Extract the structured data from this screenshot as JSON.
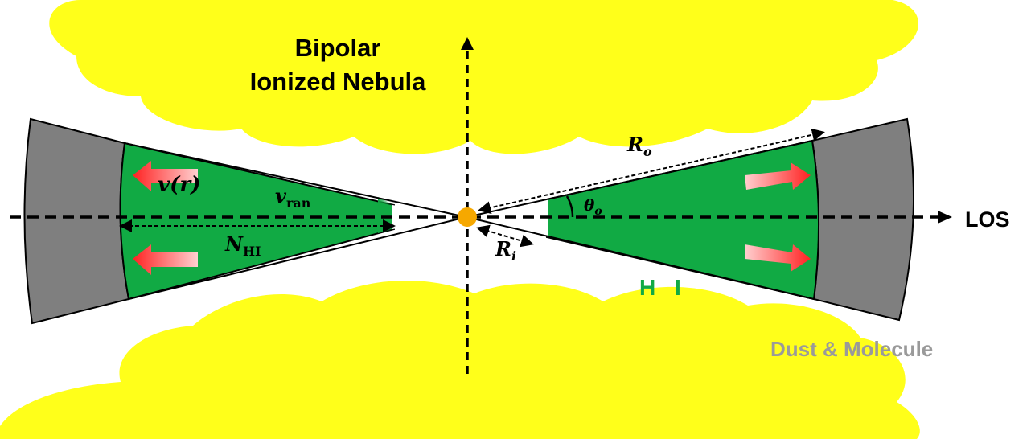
{
  "title_line1": "Bipolar",
  "title_line2": "Ionized Nebula",
  "los_label": "LOS",
  "hi_label": "H I",
  "dust_label": "Dust & Molecule",
  "v_r_label": "v(r)",
  "v_ran_label": "v",
  "v_ran_sub": "ran",
  "n_hi_label": "N",
  "n_hi_sub": "HI",
  "r_o_label": "R",
  "r_o_sub": "o",
  "r_i_label": "R",
  "r_i_sub": "i",
  "theta_label": "θ",
  "theta_sub": "o",
  "colors": {
    "cloud": "#ffff1a",
    "torus": "#11aa44",
    "dust": "#7f7f7f",
    "hi_text": "#11aa44",
    "dust_text": "#9a9a9a",
    "star": "#f6a800",
    "arrow_red": "#ff3333"
  },
  "icons": [
    "star",
    "outflow-arrow",
    "los-arrow",
    "axis-arrow"
  ]
}
